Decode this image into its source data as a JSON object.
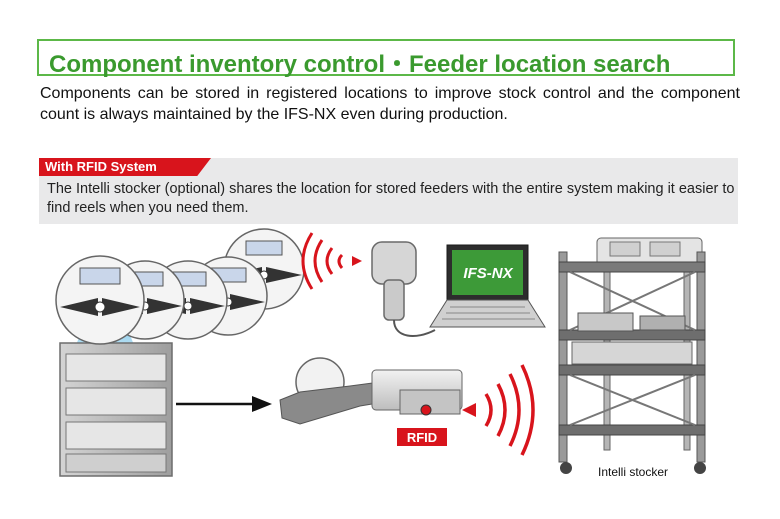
{
  "title": "Component inventory control・Feeder location search",
  "intro": "Components can be stored in registered locations to improve stock control and the component count is always maintained by the IFS-NX even during production.",
  "rfid_section": {
    "tag": "With RFID System",
    "description": "The Intelli stocker (optional) shares the location for stored feeders with the entire system making it easier to find reels when you need them."
  },
  "illustration": {
    "laptop_screen_text": "IFS-NX",
    "rfid_label": "RFID",
    "stocker_caption": "Intelli stocker",
    "colors": {
      "accent_green": "#3a9a2e",
      "rfid_red": "#d8141c",
      "laptop_screen": "#3d9a38"
    },
    "icons": [
      "component-reel-icon",
      "storage-cabinet-icon",
      "handheld-rfid-reader-icon",
      "laptop-icon",
      "feeder-icon",
      "radio-wave-icon",
      "arrow-icon",
      "intelli-stocker-rack-icon"
    ]
  }
}
